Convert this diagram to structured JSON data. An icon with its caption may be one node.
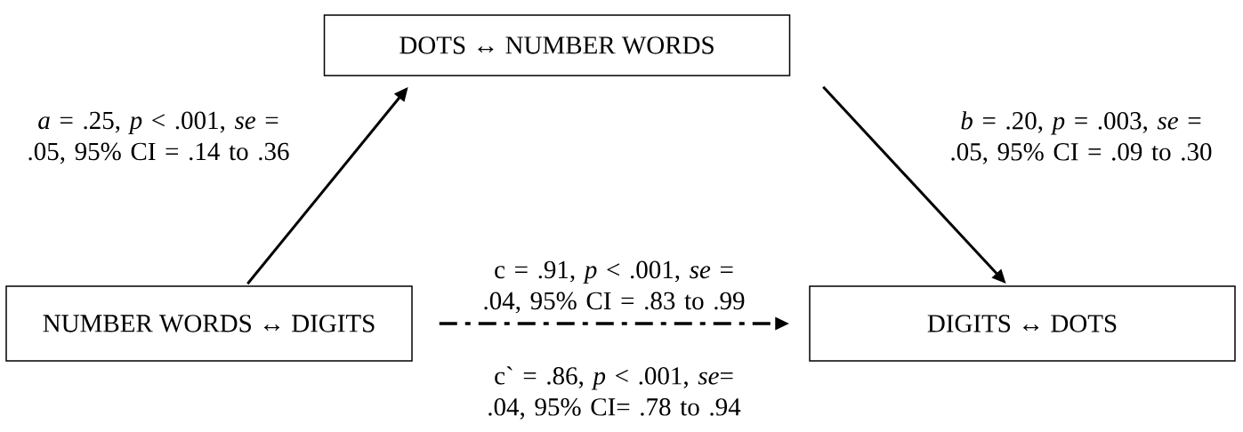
{
  "diagram": {
    "nodes": [
      {
        "text": [
          "DOTS ↔ NUMBER WORDS"
        ]
      },
      {
        "text": [
          "NUMBER WORDS ↔ DIGITS"
        ]
      },
      {
        "text": [
          "DIGITS  ↔  DOTS"
        ]
      }
    ],
    "edges": [
      {
        "from": 1,
        "to": 0,
        "arrow": "to",
        "label": "*a* = .25, *p* < .001, *se* = .05, 95% CI = .14 to .36"
      },
      {
        "from": 0,
        "to": 2,
        "arrow": "to",
        "label": "*b* = .20,  *p* = .003, *se* = .05, 95% CI = .09 to .30"
      },
      {
        "from": 1,
        "to": 2,
        "arrow": "to",
        "style": "dashed",
        "label": "c = .91, *p* < .001, *se* = .04, 95% CI = .83 to .99"
      }
    ],
    "labels": [
      "c` = .86, *p* < .001, *se*= .04, 95% CI= .78 to .94"
    ]
  }
}
